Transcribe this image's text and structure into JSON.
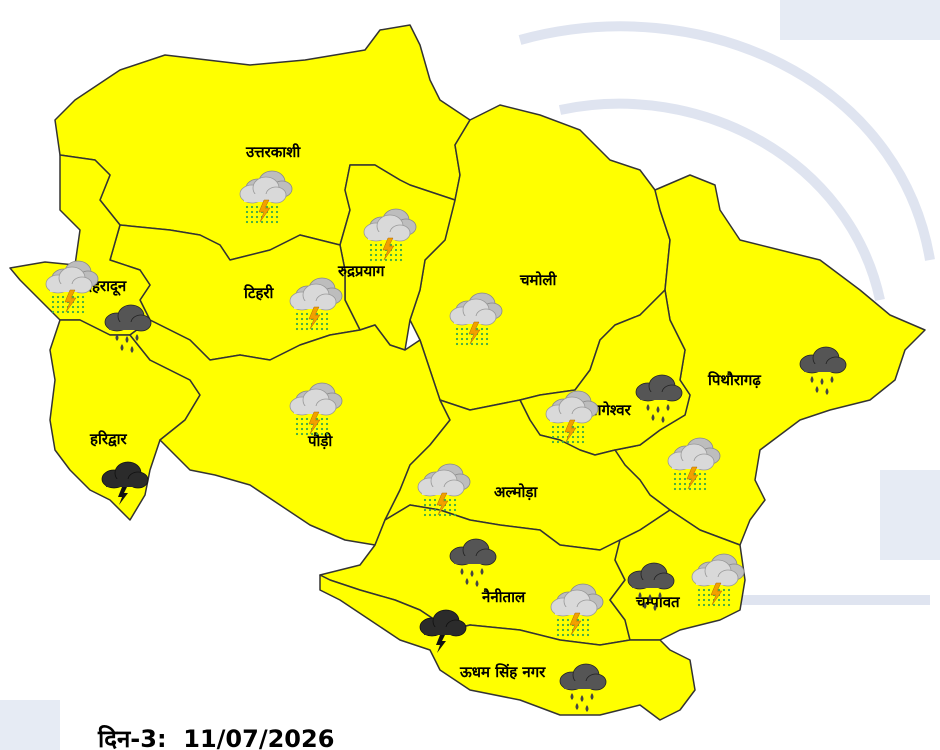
{
  "map": {
    "day_label": "दिन-3:",
    "date": "11/07/2026",
    "fill_color": "#ffff00",
    "border_color": "#333333",
    "districts": [
      {
        "id": "uttarkashi",
        "name": "उत्तरकाशी"
      },
      {
        "id": "chamoli",
        "name": "चमोली"
      },
      {
        "id": "rudraprayag",
        "name": "रुद्रप्रयाग"
      },
      {
        "id": "tehri",
        "name": "टिहरी"
      },
      {
        "id": "dehradun",
        "name": "देहरादून"
      },
      {
        "id": "haridwar",
        "name": "हरिद्वार"
      },
      {
        "id": "pauri",
        "name": "पौड़ी"
      },
      {
        "id": "pithoragarh",
        "name": "पिथौरागढ़"
      },
      {
        "id": "bageshwar",
        "name": "बागेश्वर"
      },
      {
        "id": "almora",
        "name": "अल्मोड़ा"
      },
      {
        "id": "nainital",
        "name": "नैनीताल"
      },
      {
        "id": "champawat",
        "name": "चम्पावत"
      },
      {
        "id": "udham-singh-nagar",
        "name": "ऊधम सिंह नगर"
      }
    ],
    "weather_icons": [
      {
        "name": "thunderstorm-rain-icon"
      },
      {
        "name": "heavy-rain-icon"
      },
      {
        "name": "severe-thunderstorm-icon"
      }
    ]
  }
}
